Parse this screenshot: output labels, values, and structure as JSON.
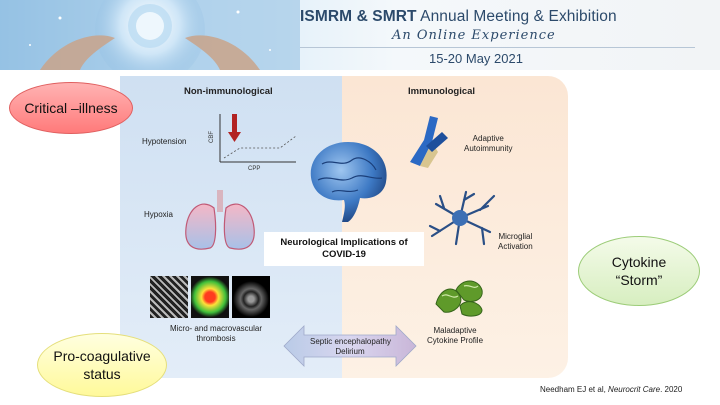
{
  "banner": {
    "title_bold": "ISMRM & SMRT",
    "title_rest": " Annual Meeting & Exhibition",
    "subtitle": "An Online Experience",
    "dates": "15-20 May 2021"
  },
  "figure": {
    "heading_left": "Non-immunological",
    "heading_right": "Immunological",
    "hypotension": "Hypotension",
    "cbf": "CBF",
    "cpp": "CPP",
    "hypoxia": "Hypoxia",
    "thrombosis_line1": "Micro- and macrovascular",
    "thrombosis_line2": "thrombosis",
    "adaptive_line1": "Adaptive",
    "adaptive_line2": "Autoimmunity",
    "microglial_line1": "Microglial",
    "microglial_line2": "Activation",
    "maladaptive_line1": "Maladaptive",
    "maladaptive_line2": "Cytokine Profile",
    "septic_line1": "Septic encephalopathy",
    "septic_line2": "Delirium",
    "center_line1": "Neurological Implications of",
    "center_line2": "COVID-19"
  },
  "bubbles": {
    "critical": "Critical –illness",
    "cytokine_line1": "Cytokine",
    "cytokine_line2": "“Storm”",
    "procoag_line1": "Pro-coagulative",
    "procoag_line2": "status"
  },
  "citation": {
    "authors": "Needham EJ et al, ",
    "journal": "Neurocrit Care",
    "year": ". 2020"
  },
  "colors": {
    "banner_text": "#2c4a6b",
    "left_panel": "#d6e4f3",
    "right_panel": "#fcead9",
    "bubble_red": "#ff8f8f",
    "bubble_green": "#def1cb",
    "bubble_yellow": "#fffbaa"
  },
  "icons": [
    "hands-globe-art",
    "down-arrow-icon",
    "lungs-icon",
    "brain-icon",
    "antibody-icon",
    "microglia-icon",
    "cytokine-protein-icon",
    "brain-scan-images",
    "double-arrow-icon"
  ]
}
